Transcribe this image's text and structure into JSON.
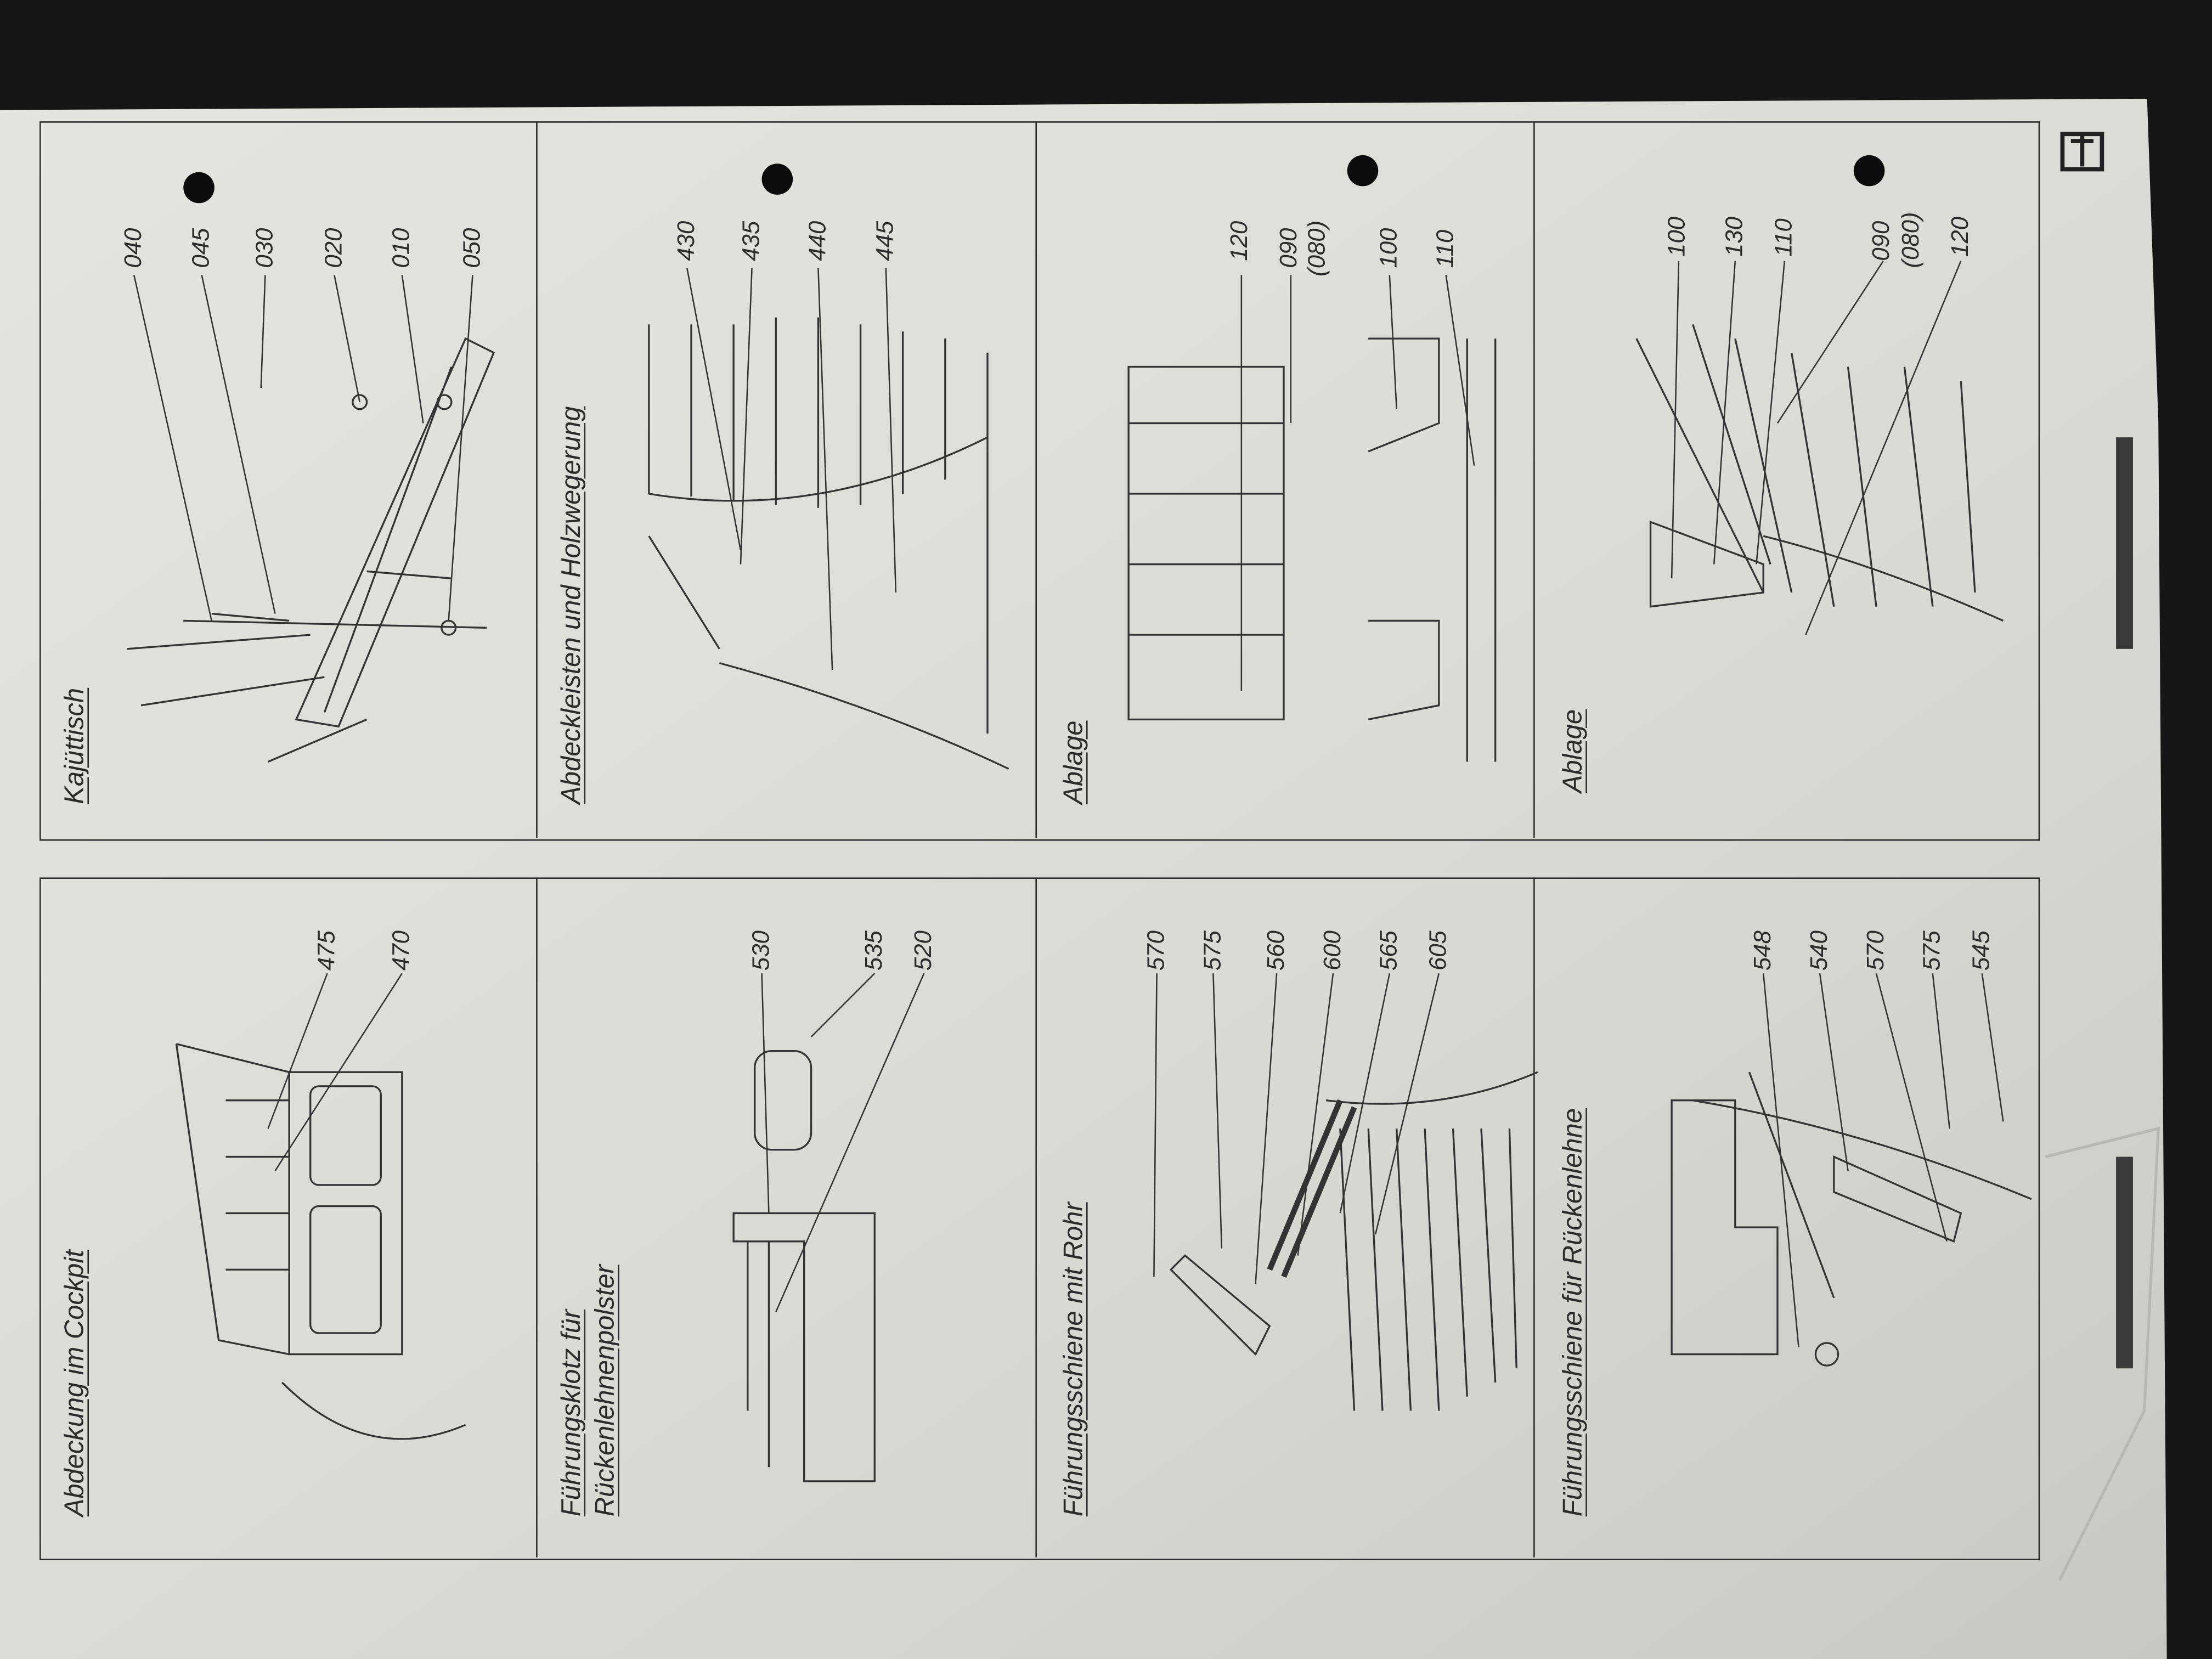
{
  "colors": {
    "background": "#161616",
    "paper": "#dcdcd6",
    "ink": "#2b2b2b"
  },
  "upper_panels": [
    {
      "title": "Kajüttisch",
      "labels": [
        "040",
        "045",
        "030",
        "020",
        "010",
        "050"
      ]
    },
    {
      "title": "Abdeckleisten und Holzwegerung",
      "labels": [
        "430",
        "435",
        "440",
        "445"
      ]
    },
    {
      "title": "Ablage",
      "labels": [
        "120",
        "090",
        "(080)",
        "100",
        "110"
      ]
    },
    {
      "title": "Ablage",
      "labels": [
        "100",
        "130",
        "110",
        "090",
        "(080)",
        "120"
      ]
    }
  ],
  "lower_panels": [
    {
      "title": "Abdeckung im Cockpit",
      "labels": [
        "475",
        "470"
      ]
    },
    {
      "title_line1": "Führungsklotz für",
      "title_line2": "Rückenlehnenpolster",
      "labels": [
        "530",
        "535",
        "520"
      ]
    },
    {
      "title": "Führungsschiene mit Rohr",
      "labels": [
        "570",
        "575",
        "560",
        "600",
        "565",
        "605"
      ]
    },
    {
      "title": "Führungsschiene für Rückenlehne",
      "labels": [
        "548",
        "540",
        "570",
        "575",
        "545"
      ]
    }
  ],
  "logo": "sailboat-logo"
}
